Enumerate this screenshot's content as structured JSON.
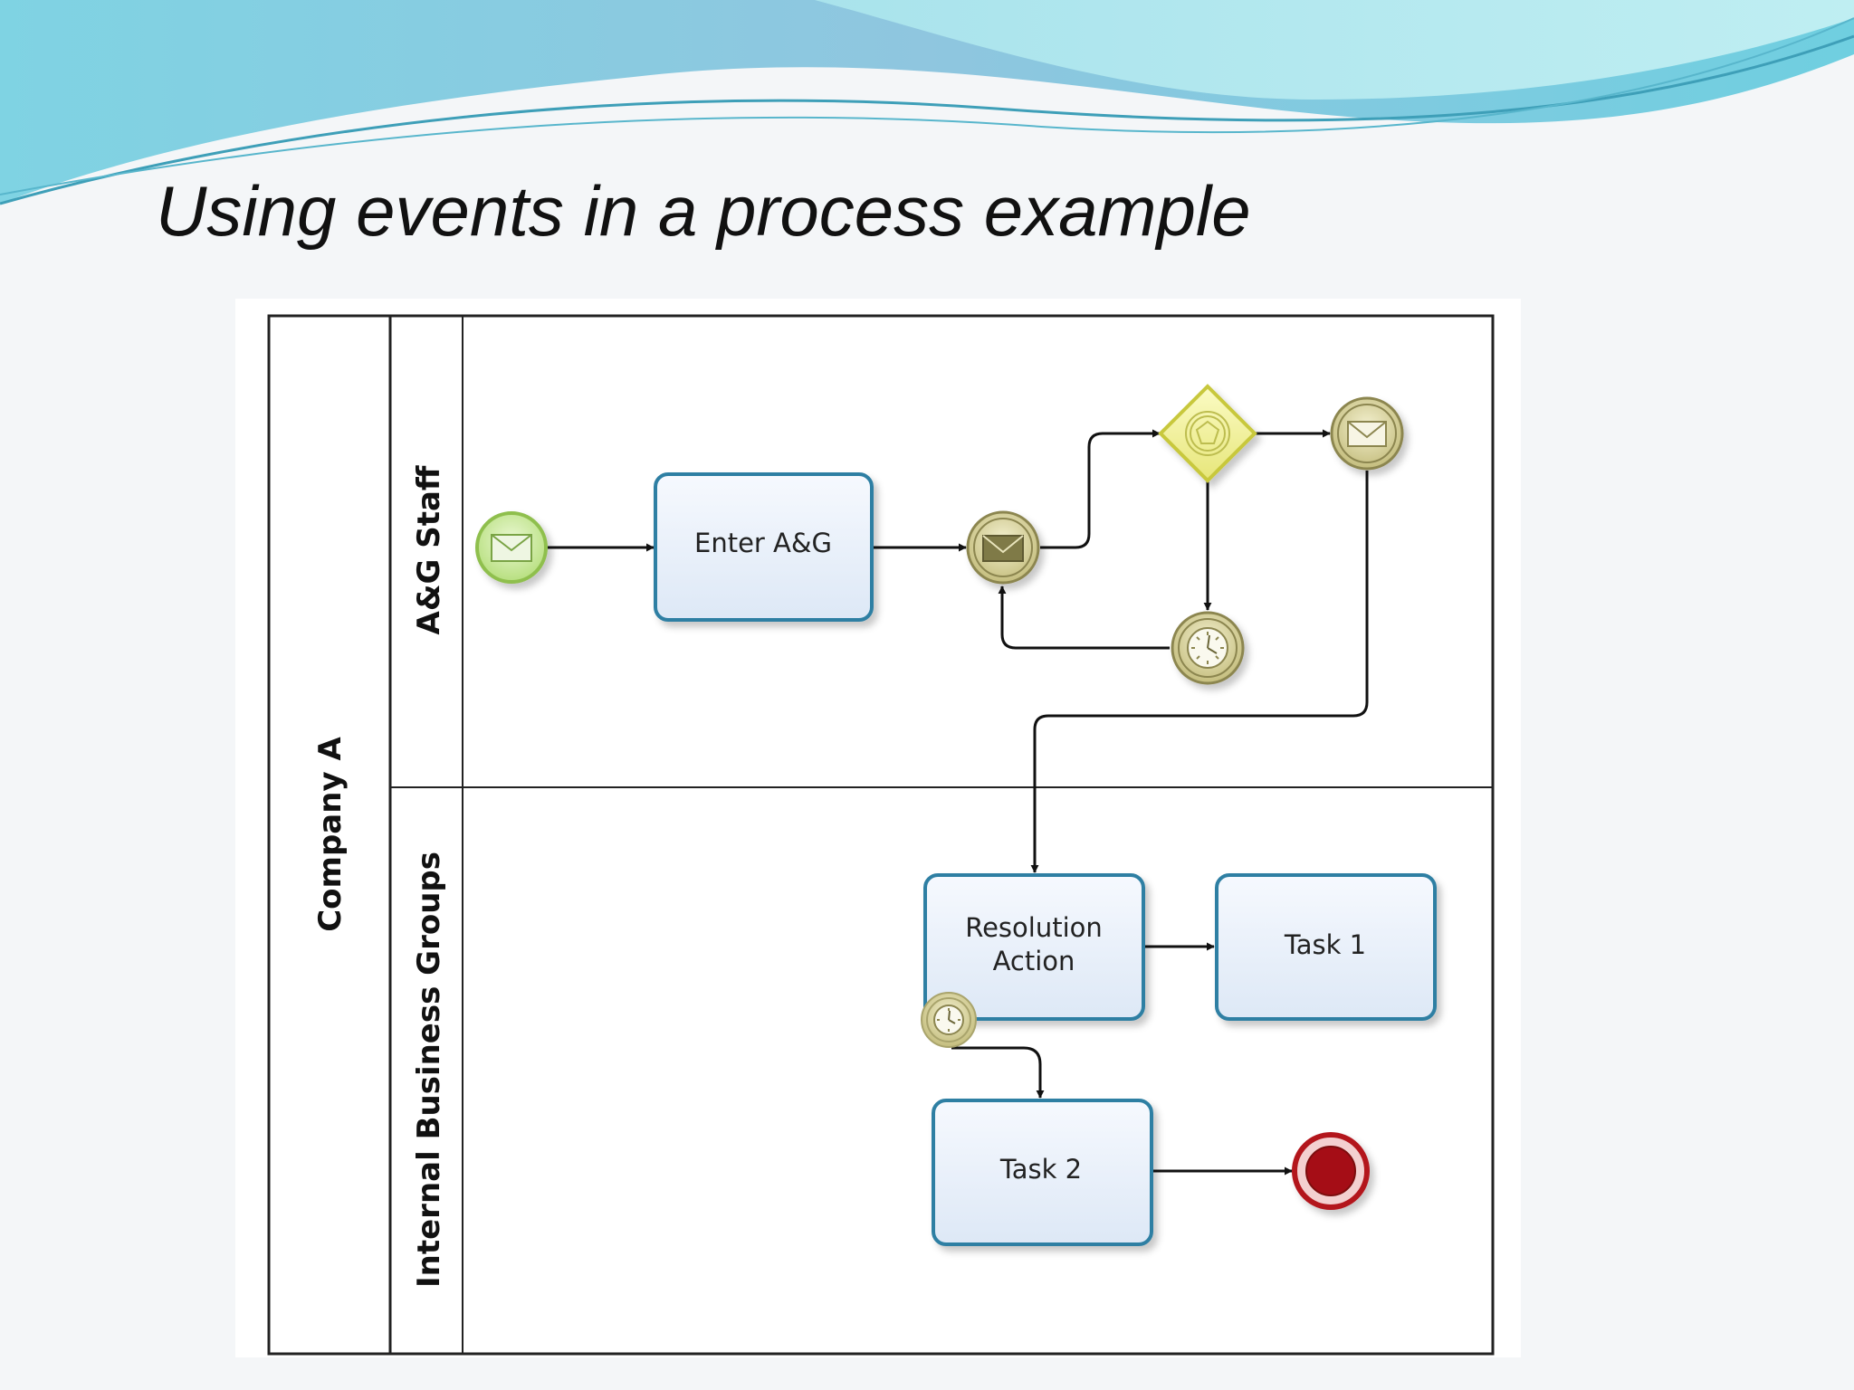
{
  "slide": {
    "title": "Using events in a process example"
  },
  "diagram": {
    "pool": {
      "label": "Company A"
    },
    "lanes": [
      {
        "label": "A&G Staff"
      },
      {
        "label": "Internal Business Groups"
      }
    ],
    "tasks": {
      "enter": {
        "label": "Enter A&G"
      },
      "resolution": {
        "label_line1": "Resolution",
        "label_line2": "Action"
      },
      "task1": {
        "label": "Task 1"
      },
      "task2": {
        "label": "Task 2"
      }
    },
    "events": [
      {
        "kind": "start",
        "icon": "envelope-icon"
      },
      {
        "kind": "intermediate-catch",
        "icon": "envelope-icon"
      },
      {
        "kind": "event-based-gateway",
        "icon": "pentagon-icon"
      },
      {
        "kind": "intermediate-throw",
        "icon": "envelope-icon"
      },
      {
        "kind": "intermediate-timer",
        "icon": "clock-icon"
      },
      {
        "kind": "boundary-timer",
        "icon": "clock-icon"
      },
      {
        "kind": "end",
        "icon": "filled-circle-icon"
      }
    ],
    "colors": {
      "start_event": "#c8e89a",
      "intermediate_event": "#c9c48a",
      "gateway": "#f0ef9c",
      "task_fill": "#eef3fb",
      "task_border": "#2f7fa3",
      "end_event": "#b3121b"
    }
  }
}
